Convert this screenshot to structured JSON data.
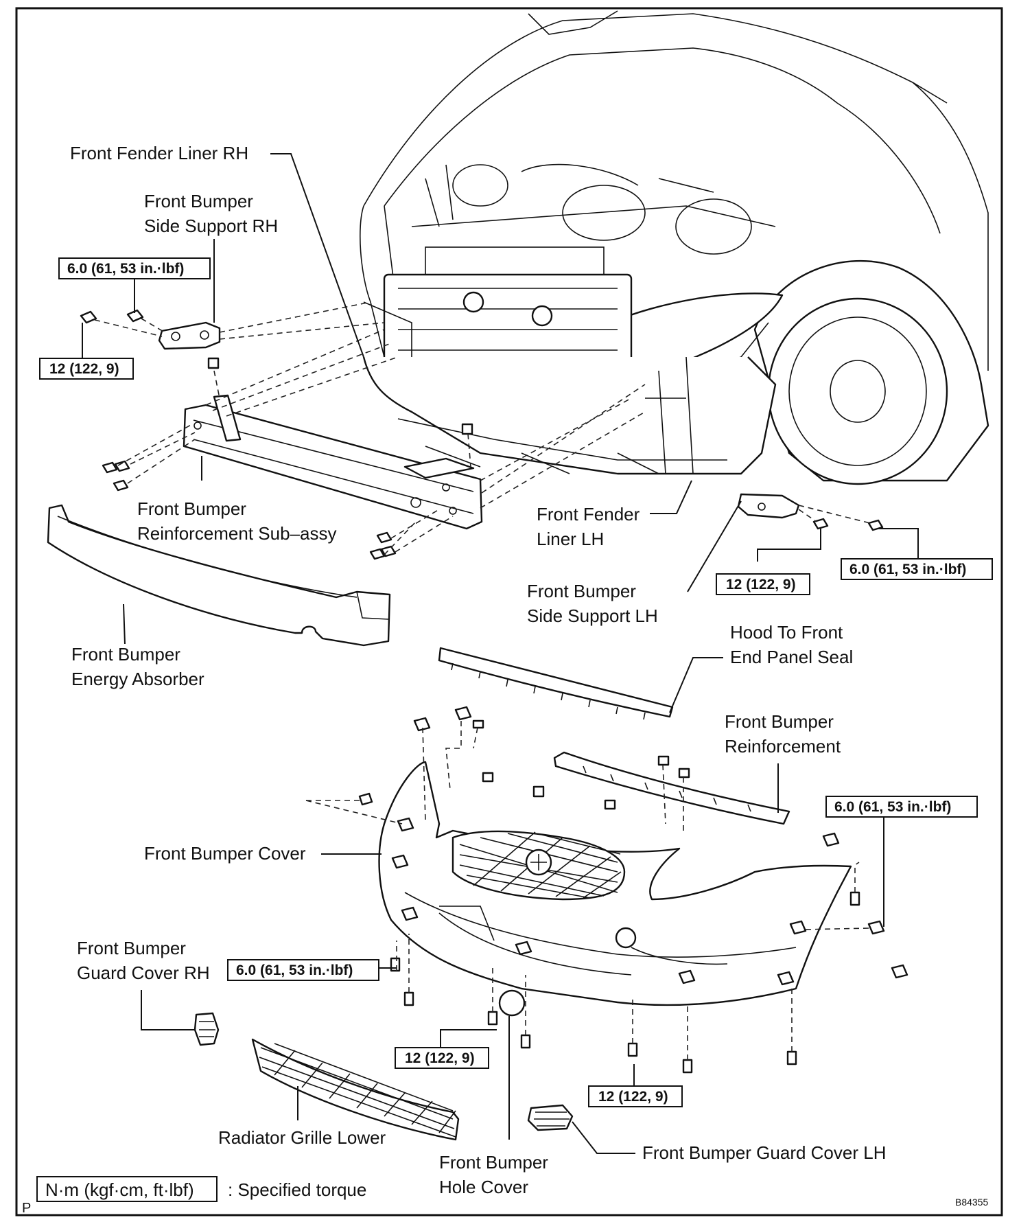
{
  "labels": {
    "front_fender_liner_rh": "Front Fender Liner RH",
    "front_bumper_side_support_rh_1": "Front Bumper",
    "front_bumper_side_support_rh_2": "Side Support RH",
    "front_bumper_reinforcement_subassy_1": "Front Bumper",
    "front_bumper_reinforcement_subassy_2": "Reinforcement Sub–assy",
    "front_fender_liner_lh_1": "Front Fender",
    "front_fender_liner_lh_2": "Liner LH",
    "front_bumper_side_support_lh_1": "Front Bumper",
    "front_bumper_side_support_lh_2": "Side Support LH",
    "front_bumper_energy_absorber_1": "Front Bumper",
    "front_bumper_energy_absorber_2": "Energy Absorber",
    "hood_to_front_end_panel_seal_1": "Hood To Front",
    "hood_to_front_end_panel_seal_2": "End Panel Seal",
    "front_bumper_reinforcement_1": "Front Bumper",
    "front_bumper_reinforcement_2": "Reinforcement",
    "front_bumper_cover": "Front Bumper Cover",
    "front_bumper_guard_cover_rh_1": "Front Bumper",
    "front_bumper_guard_cover_rh_2": "Guard Cover RH",
    "radiator_grille_lower": "Radiator Grille Lower",
    "front_bumper_hole_cover_1": "Front Bumper",
    "front_bumper_hole_cover_2": "Hole Cover",
    "front_bumper_guard_cover_lh": "Front Bumper Guard Cover LH"
  },
  "torque": {
    "t1": "6.0 (61, 53 in.·lbf)",
    "t2": "12 (122, 9)",
    "t3": "12 (122, 9)",
    "t4": "6.0 (61, 53 in.·lbf)",
    "t5": "6.0 (61, 53 in.·lbf)",
    "t6": "6.0 (61, 53 in.·lbf)",
    "t7": "12 (122, 9)",
    "t8": "12 (122, 9)"
  },
  "legend": {
    "unit": "N·m (kgf·cm, ft·lbf)",
    "meaning": ": Specified torque"
  },
  "corner": {
    "left_letter": "P",
    "figure_id": "B84355"
  }
}
